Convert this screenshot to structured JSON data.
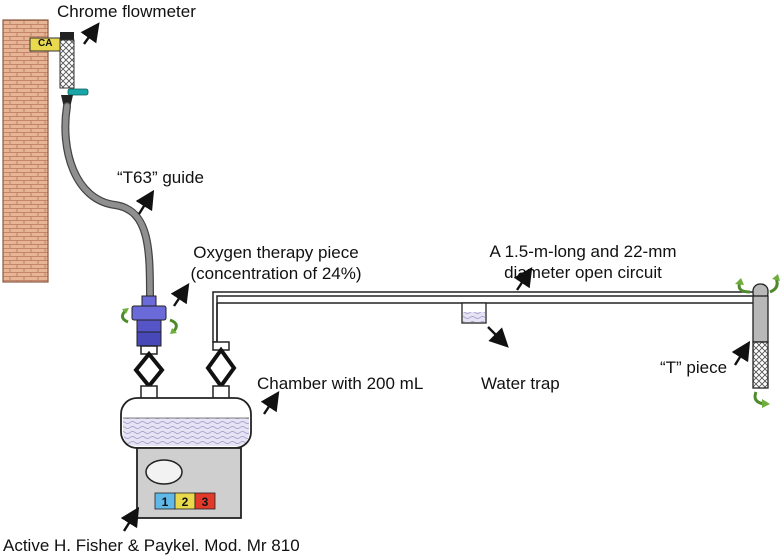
{
  "labels": {
    "flowmeter": "Chrome flowmeter",
    "flowmeter_tag": "CA",
    "guide": "“T63” guide",
    "oxygen_piece_line1": "Oxygen therapy piece",
    "oxygen_piece_line2": "(concentration of 24%)",
    "circuit_line1": "A 1.5-m-long and 22-mm",
    "circuit_line2": "diameter open circuit",
    "chamber": "Chamber with 200 mL",
    "water_trap": "Water trap",
    "t_piece": "“T” piece",
    "humidifier": "Active H. Fisher & Paykel. Mod. Mr 810",
    "dial_1": "1",
    "dial_2": "2",
    "dial_3": "3"
  },
  "colors": {
    "brick": "#e2a98a",
    "tube": "#8a8a8a",
    "oxygen_piece": "#6a6ad8",
    "rotation_arrow": "#6fae3c",
    "dial_1": "#5fb8e8",
    "dial_2": "#e8d84a",
    "dial_3": "#e23a2a",
    "teal_knob": "#1aa6a6"
  }
}
